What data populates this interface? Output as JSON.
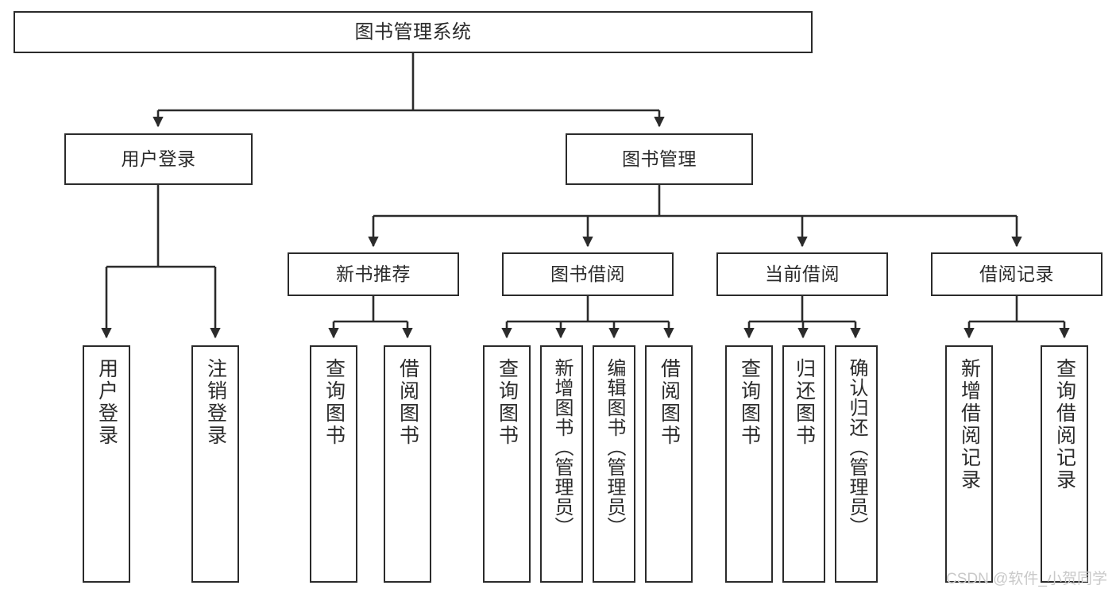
{
  "diagram": {
    "title": "图书管理系统",
    "type": "hierarchy-tree",
    "levels": 4,
    "root": {
      "label": "图书管理系统"
    },
    "level2": [
      {
        "label": "用户登录"
      },
      {
        "label": "图书管理"
      }
    ],
    "level3": [
      {
        "label": "新书推荐",
        "parent": "图书管理"
      },
      {
        "label": "图书借阅",
        "parent": "图书管理"
      },
      {
        "label": "当前借阅",
        "parent": "图书管理"
      },
      {
        "label": "借阅记录",
        "parent": "图书管理"
      }
    ],
    "leaves": [
      {
        "label": "用户登录",
        "parent": "用户登录"
      },
      {
        "label": "注销登录",
        "parent": "用户登录"
      },
      {
        "label": "查询图书",
        "parent": "新书推荐"
      },
      {
        "label": "借阅图书",
        "parent": "新书推荐"
      },
      {
        "label": "查询图书",
        "parent": "图书借阅"
      },
      {
        "label": "新增图书（管理员）",
        "parent": "图书借阅"
      },
      {
        "label": "编辑图书（管理员）",
        "parent": "图书借阅"
      },
      {
        "label": "借阅图书",
        "parent": "图书借阅"
      },
      {
        "label": "查询图书",
        "parent": "当前借阅"
      },
      {
        "label": "归还图书",
        "parent": "当前借阅"
      },
      {
        "label": "确认归还（管理员）",
        "parent": "当前借阅"
      },
      {
        "label": "新增借阅记录",
        "parent": "借阅记录"
      },
      {
        "label": "查询借阅记录",
        "parent": "借阅记录"
      }
    ]
  },
  "watermark": {
    "text": "CSDN @软件_小贺同学"
  },
  "colors": {
    "stroke": "#2b2b2b",
    "background": "#ffffff",
    "watermark": "#c9c9c9"
  }
}
